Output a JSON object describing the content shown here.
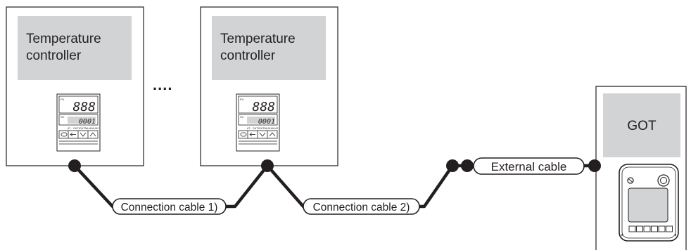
{
  "devices": {
    "controller_1": {
      "title_line1": "Temperature",
      "title_line2": "controller",
      "panel": {
        "pv_label": "PV",
        "sv_label": "SV",
        "pv_value": "888",
        "sv_value": "0001",
        "indicators": [
          "AT",
          "OUT1",
          "OUT2",
          "ALM1",
          "ALM2"
        ],
        "keys": [
          "set-key-icon",
          "left-arrow-key-icon",
          "down-arrow-key-icon",
          "up-arrow-key-icon"
        ]
      }
    },
    "controller_2": {
      "title_line1": "Temperature",
      "title_line2": "controller",
      "panel": {
        "pv_label": "PV",
        "sv_label": "SV",
        "pv_value": "888",
        "sv_value": "0001",
        "indicators": [
          "AT",
          "OUT1",
          "OUT2",
          "ALM1",
          "ALM2"
        ],
        "keys": [
          "set-key-icon",
          "left-arrow-key-icon",
          "down-arrow-key-icon",
          "up-arrow-key-icon"
        ]
      }
    },
    "got": {
      "title": "GOT",
      "icon": "handheld-got-terminal-icon"
    }
  },
  "ellipsis": "....",
  "cables": {
    "connection_cable_1": "Connection cable 1)",
    "connection_cable_2": "Connection cable 2)",
    "external_cable": "External cable"
  },
  "colors": {
    "line": "#231f20",
    "label_box": "#d1d3d4",
    "panel_bg": "#ffffff"
  }
}
